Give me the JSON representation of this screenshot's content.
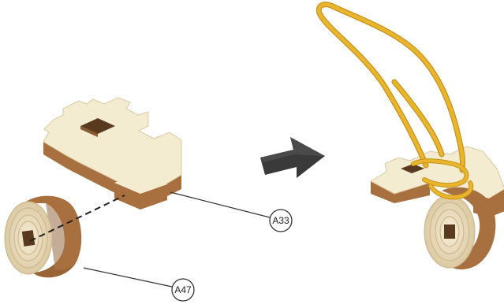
{
  "callouts": [
    {
      "id": "A33",
      "label": "A33",
      "part": "bracket"
    },
    {
      "id": "A47",
      "label": "A47",
      "part": "spool"
    }
  ],
  "colors": {
    "wood_face": "#f3ecd0",
    "wood_edge": "#a8703f",
    "wood_edge_dark": "#7d4f28",
    "wood_ring": "#e9dcc0",
    "arrow": "#3a3a3a",
    "rope": "#e8b52c",
    "rope_dark": "#c8921a",
    "callout_stroke": "#333333"
  },
  "icons": [
    "direction-arrow-icon"
  ]
}
